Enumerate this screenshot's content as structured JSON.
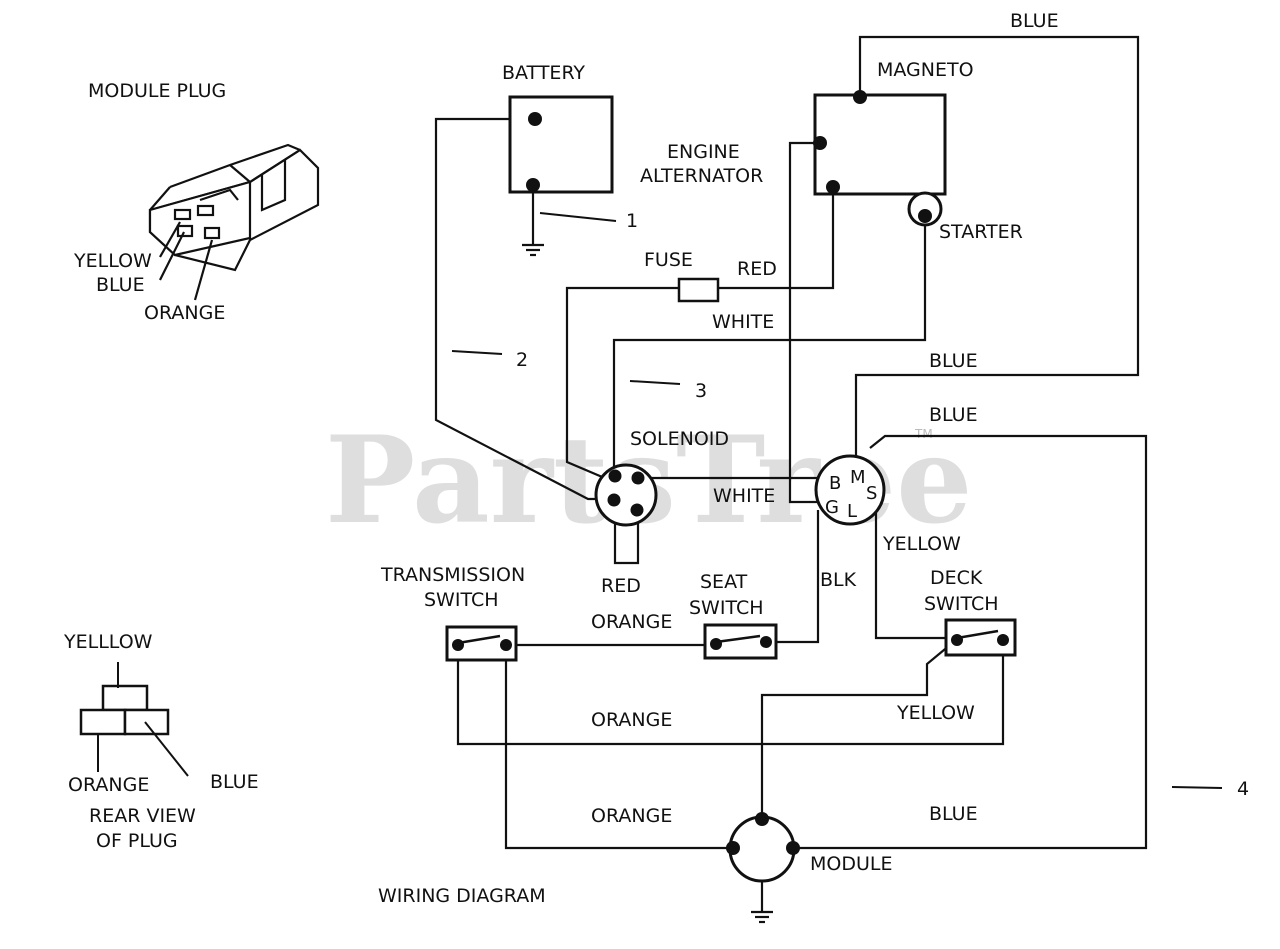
{
  "watermark": "PartsTree",
  "watermark_tm": "TM",
  "title": "WIRING DIAGRAM",
  "components": {
    "battery": "BATTERY",
    "magneto": "MAGNETO",
    "engine_alternator_1": "ENGINE",
    "engine_alternator_2": "ALTERNATOR",
    "starter": "STARTER",
    "fuse": "FUSE",
    "solenoid": "SOLENOID",
    "transmission_switch_1": "TRANSMISSION",
    "transmission_switch_2": "SWITCH",
    "seat_switch_1": "SEAT",
    "seat_switch_2": "SWITCH",
    "deck_switch_1": "DECK",
    "deck_switch_2": "SWITCH",
    "module": "MODULE",
    "module_plug": "MODULE PLUG",
    "rear_view_1": "REAR VIEW",
    "rear_view_2": "OF PLUG"
  },
  "ignition_terminals": {
    "b": "B",
    "g": "G",
    "m": "M",
    "s": "S",
    "l": "L"
  },
  "wire_labels": {
    "blue_top": "BLUE",
    "red_fuse": "RED",
    "white_top": "WHITE",
    "blue_mid": "BLUE",
    "blue_mid2": "BLUE",
    "white_solenoid": "WHITE",
    "yellow_key": "YELLOW",
    "red_solenoid": "RED",
    "blk": "BLK",
    "orange_seat": "ORANGE",
    "orange_loop": "ORANGE",
    "yellow_deck": "YELLOW",
    "orange_module": "ORANGE",
    "blue_module": "BLUE"
  },
  "callouts": {
    "c1": "1",
    "c2": "2",
    "c3": "3",
    "c4": "4"
  },
  "plug_labels": {
    "yellow": "YELLOW",
    "blue": "BLUE",
    "orange": "ORANGE"
  },
  "rear_plug_labels": {
    "yellow": "YELLLOW",
    "orange": "ORANGE",
    "blue": "BLUE"
  }
}
